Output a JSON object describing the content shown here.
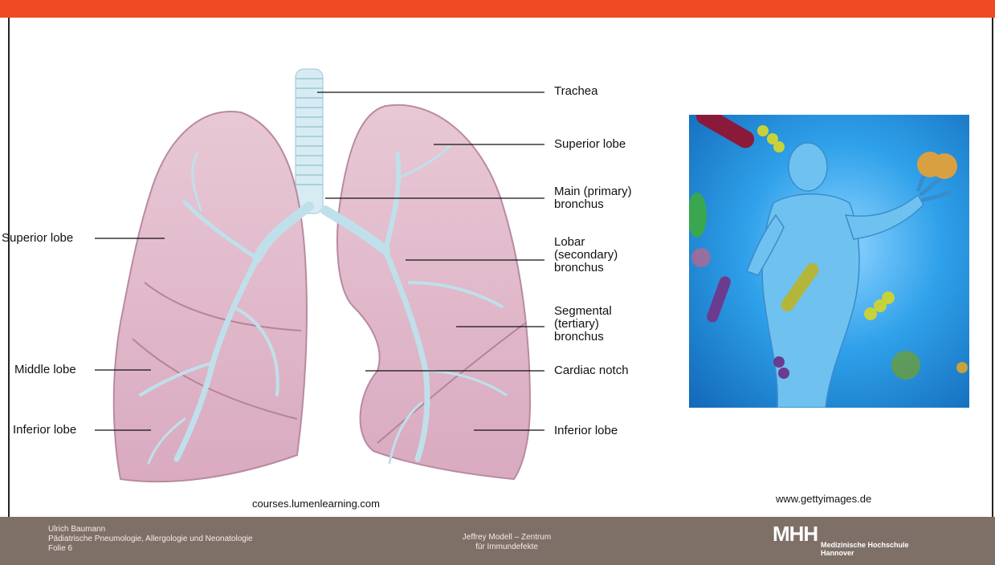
{
  "diagram": {
    "labels_right": {
      "trachea": "Trachea",
      "superior_lobe": "Superior lobe",
      "main_bronchus": [
        "Main (primary)",
        "bronchus"
      ],
      "lobar_bronchus": [
        "Lobar",
        "(secondary)",
        "bronchus"
      ],
      "segmental_bronchus": [
        "Segmental",
        "(tertiary)",
        "bronchus"
      ],
      "cardiac_notch": "Cardiac notch",
      "inferior_lobe": "Inferior lobe"
    },
    "labels_left": {
      "superior_lobe": "Superior lobe",
      "middle_lobe": "Middle lobe",
      "inferior_lobe": "Inferior lobe"
    },
    "source": "courses.lumenlearning.com",
    "colors": {
      "lung": "#e3bccb",
      "lung_edge": "#b98aa0",
      "airway": "#bfe0ea"
    }
  },
  "photo": {
    "source": "www.gettyimages.de",
    "description_icon": "immune-system-human-figure-image"
  },
  "footer": {
    "author": "Ulrich Baumann",
    "department": "Pädiatrische Pneumologie, Allergologie und Neonatologie",
    "slide": "Folie 6",
    "center_line1": "Jeffrey Modell – Zentrum",
    "center_line2": "für Immundefekte",
    "logo_mark": "MHH",
    "logo_line1": "Medizinische Hochschule",
    "logo_line2": "Hannover"
  },
  "colors": {
    "top_bar": "#f04a23",
    "footer_bg": "#7f7067"
  }
}
